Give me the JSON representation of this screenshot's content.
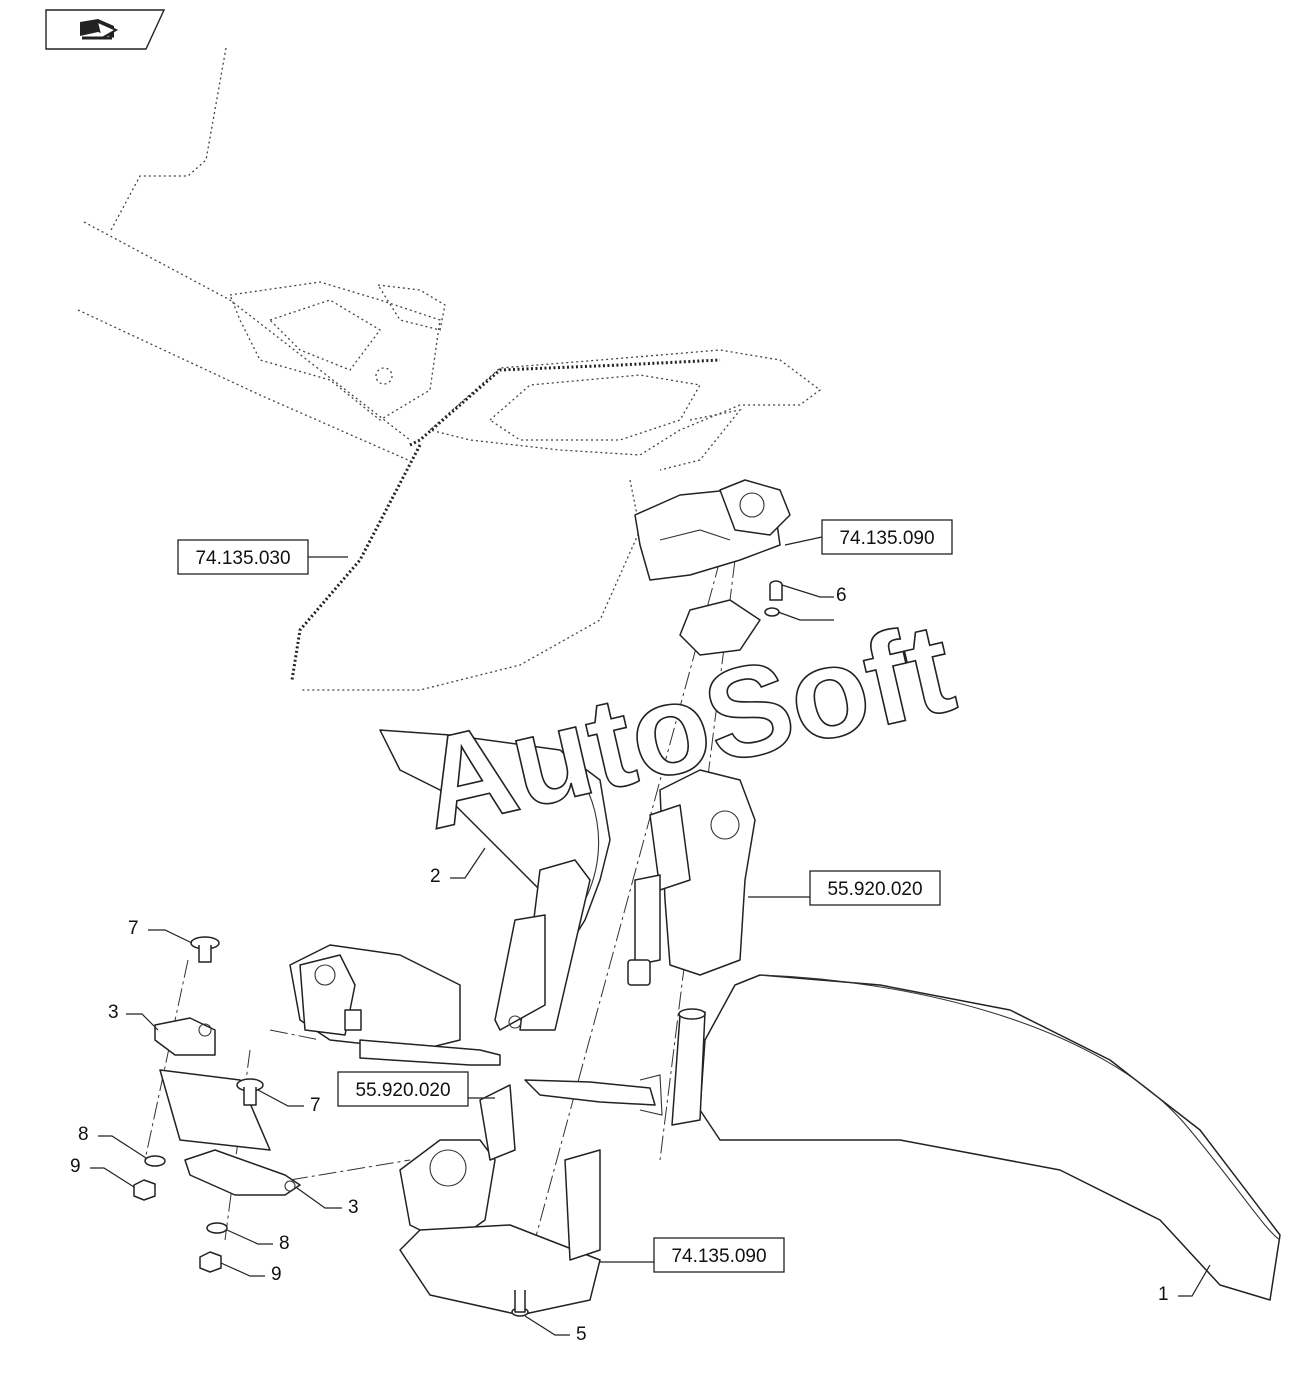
{
  "toolbar": {
    "nav_icon": "book-arrow-icon"
  },
  "watermark": "AutoSoft",
  "references": {
    "r1": "74.135.030",
    "r2": "74.135.090",
    "r3": "55.920.020",
    "r4": "55.920.020",
    "r5": "74.135.090"
  },
  "callouts": {
    "c1": "1",
    "c2": "2",
    "c3a": "3",
    "c3b": "3",
    "c5": "5",
    "c6": "6",
    "c7a": "7",
    "c7b": "7",
    "c8a": "8",
    "c8b": "8",
    "c9a": "9",
    "c9b": "9"
  }
}
